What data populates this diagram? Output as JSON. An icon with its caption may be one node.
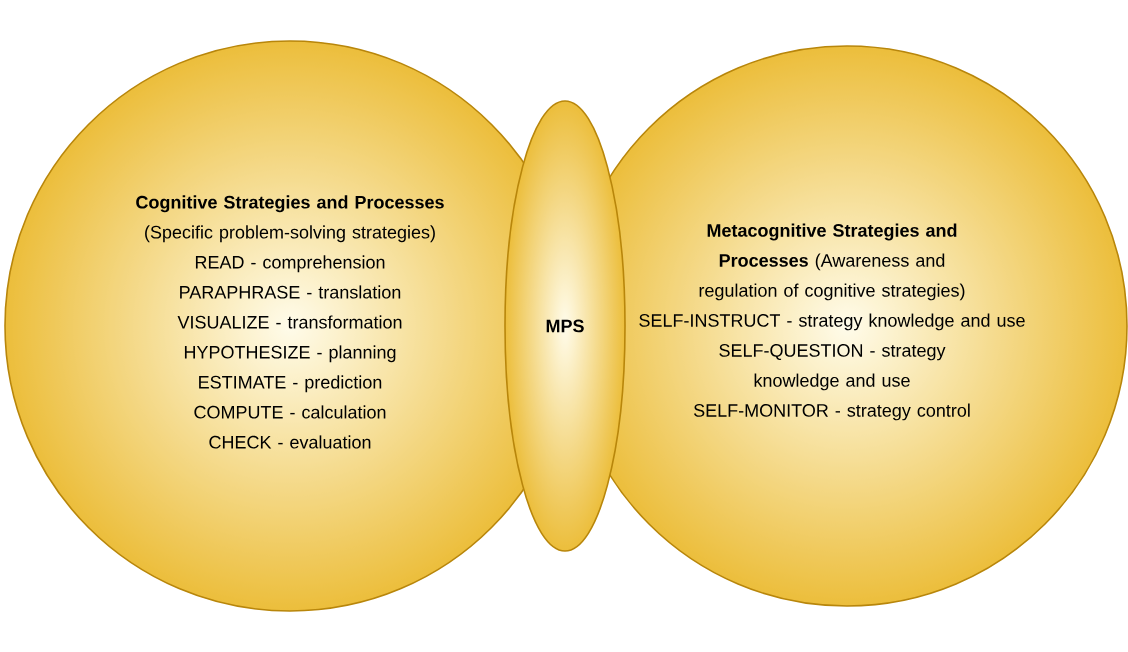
{
  "diagram": {
    "nodes": [
      {
        "text": [
          "**Cognitive Strategies and Processes** (Specific problem-solving strategies)",
          "READ - comprehension",
          "PARAPHRASE - translation",
          "VISUALIZE - transformation",
          "HYPOTHESIZE - planning",
          "ESTIMATE - prediction",
          "COMPUTE - calculation",
          "CHECK - evaluation"
        ]
      },
      {
        "text": [
          "**Metacognitive Strategies and Processes** (Awareness and regulation of cognitive strategies)",
          "SELF-INSTRUCT - strategy knowledge and use",
          "SELF-QUESTION - strategy knowledge and use",
          "SELF-MONITOR - strategy control"
        ]
      },
      {
        "text": [
          "MPS"
        ]
      }
    ]
  }
}
